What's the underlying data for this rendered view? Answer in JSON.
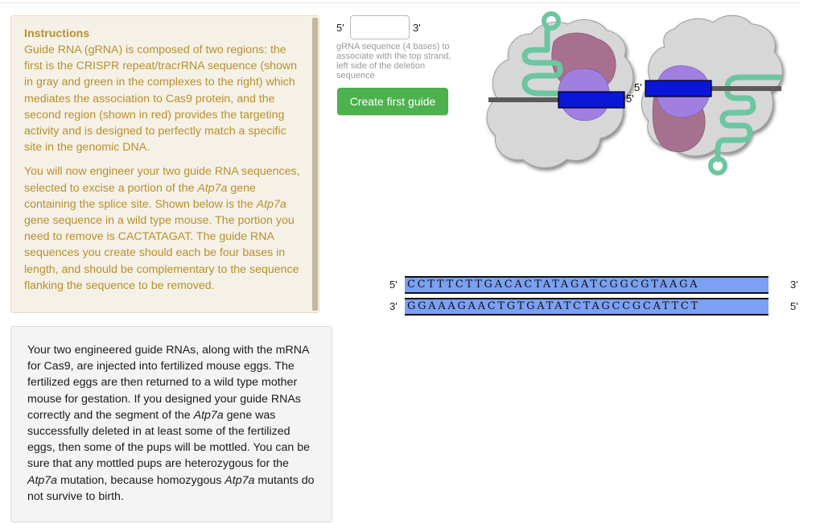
{
  "instructions": {
    "heading": "Instructions",
    "p1": "Guide RNA (gRNA) is composed of two regions: the first is the CRISPR repeat/tracrRNA sequence (shown in gray and green in the complexes to the right) which mediates the association to Cas9 protein, and the second region (shown in red) provides the targeting activity and is designed to perfectly match a specific site in the genomic DNA.",
    "p2_a": "You will now engineer your two guide RNA sequences, selected to excise a portion of the ",
    "gene1": "Atp7a",
    "p2_b": " gene containing the splice site. Shown below is the ",
    "gene2": "Atp7a",
    "p2_c": " gene sequence in a wild type mouse. The portion you need to remove is CACTATAGAT. The guide RNA sequences you create should each be four bases in length, and should be complementary to the sequence flanking the sequence to be removed."
  },
  "outcome": {
    "a": "Your two engineered guide RNAs, along with the mRNA for Cas9, are injected into fertilized mouse eggs. The fertilized eggs are then returned to a wild type mother mouse for gestation. If you designed your guide RNAs correctly and the segment of the ",
    "gene1": "Atp7a",
    "b": " gene was successfully deleted in at least some of the fertilized eggs, then some of the pups will be mottled. You can be sure that any mottled pups are heterozygous for the ",
    "gene2": "Atp7a",
    "c": " mutation, because homozygous ",
    "gene3": "Atp7a",
    "d": " mutants do not survive to birth."
  },
  "grna": {
    "left_end": "5'",
    "right_end": "3'",
    "value": "",
    "hint": "gRNA sequence (4 bases) to associate with the top strand, left side of the deletion sequence",
    "button": "Create first guide"
  },
  "diagram": {
    "left_label": "5'",
    "right_label": "5'"
  },
  "dna": {
    "top": {
      "left": "5'",
      "seq": "CCTTTCTTGACACTATAGATCGGCGTAAGA",
      "right": "3'"
    },
    "bottom": {
      "left": "3'",
      "seq": "GGAAAGAACTGTGATATCTAGCCGCATTCT",
      "right": "5'"
    }
  },
  "colors": {
    "instructions_text": "#b8902f",
    "instructions_bg": "#f5f1e6",
    "button": "#4db14e",
    "dna_strand": "#7ba0f4",
    "guide_block": "#0a16d6",
    "tracr": "#6cc6a0",
    "cas9_light": "#d6d6d6",
    "cas9_pink": "#a8708f",
    "cas9_purple": "#a07fe0"
  }
}
